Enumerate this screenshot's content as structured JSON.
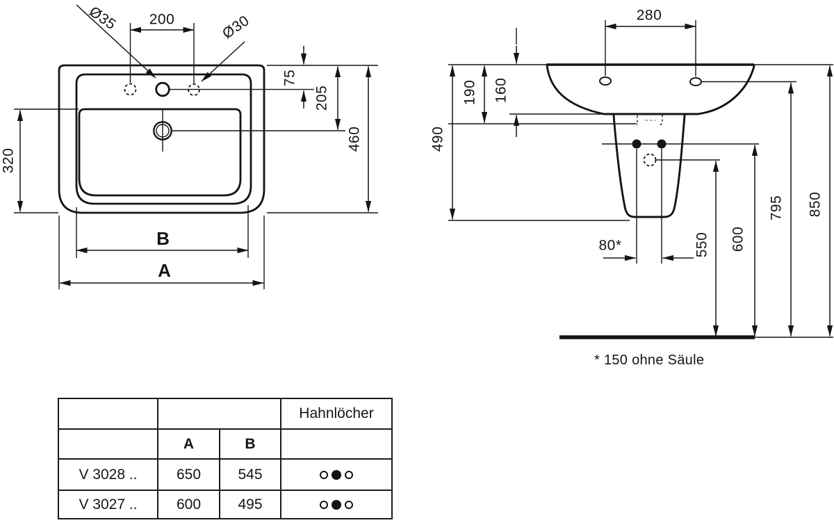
{
  "left_view": {
    "dia_center_hole": "Ø35",
    "dia_side_hole": "Ø30",
    "hole_spacing": "200",
    "edge_to_hole": "75",
    "edge_to_drain": "205",
    "total_depth": "460",
    "bowl_depth": "320",
    "inner_width_label": "B",
    "outer_width_label": "A"
  },
  "right_view": {
    "fixing_hole_spacing": "280",
    "edge_to_lower_line": "190",
    "edge_to_underside": "160",
    "basin_body_height": "490",
    "bolt_spacing": "80*",
    "siphon_height": "550",
    "bolt_height": "600",
    "fixing_hole_height": "795",
    "rim_height": "850",
    "footnote": "* 150 ohne Säule"
  },
  "table": {
    "hahnloecher_header": "Hahnlöcher",
    "col_a": "A",
    "col_b": "B",
    "rows": [
      {
        "model": "V 3028 ..",
        "a": "650",
        "b": "545",
        "holes": [
          "open",
          "filled",
          "open"
        ]
      },
      {
        "model": "V 3027 ..",
        "a": "600",
        "b": "495",
        "holes": [
          "open",
          "filled",
          "open"
        ]
      }
    ]
  }
}
